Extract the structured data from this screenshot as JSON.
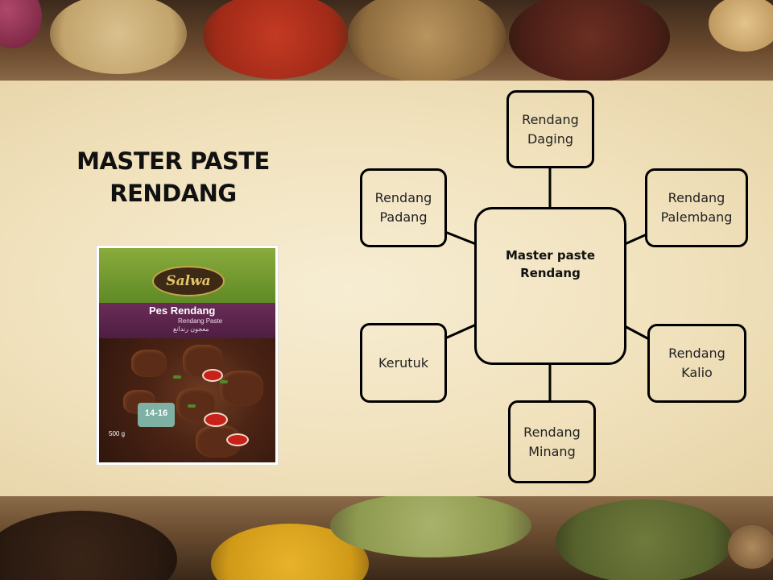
{
  "slide": {
    "title_lines": [
      "MASTER PASTE",
      "RENDANG"
    ]
  },
  "product": {
    "brand": "Salwa",
    "name": "Pes Rendang",
    "subtitle": "Rendang Paste",
    "arabic": "معجون رندانغ",
    "servings": "14-16",
    "weight": "500 g"
  },
  "diagram": {
    "center": {
      "lines": [
        "Master paste",
        "Rendang"
      ]
    },
    "nodes": [
      {
        "id": "daging",
        "lines": [
          "Rendang",
          "Daging"
        ]
      },
      {
        "id": "padang",
        "lines": [
          "Rendang",
          "Padang"
        ]
      },
      {
        "id": "palembang",
        "lines": [
          "Rendang",
          "Palembang"
        ]
      },
      {
        "id": "kerutuk",
        "lines": [
          "Kerutuk"
        ]
      },
      {
        "id": "kalio",
        "lines": [
          "Rendang",
          "Kalio"
        ]
      },
      {
        "id": "minang",
        "lines": [
          "Rendang",
          "Minang"
        ]
      }
    ]
  }
}
